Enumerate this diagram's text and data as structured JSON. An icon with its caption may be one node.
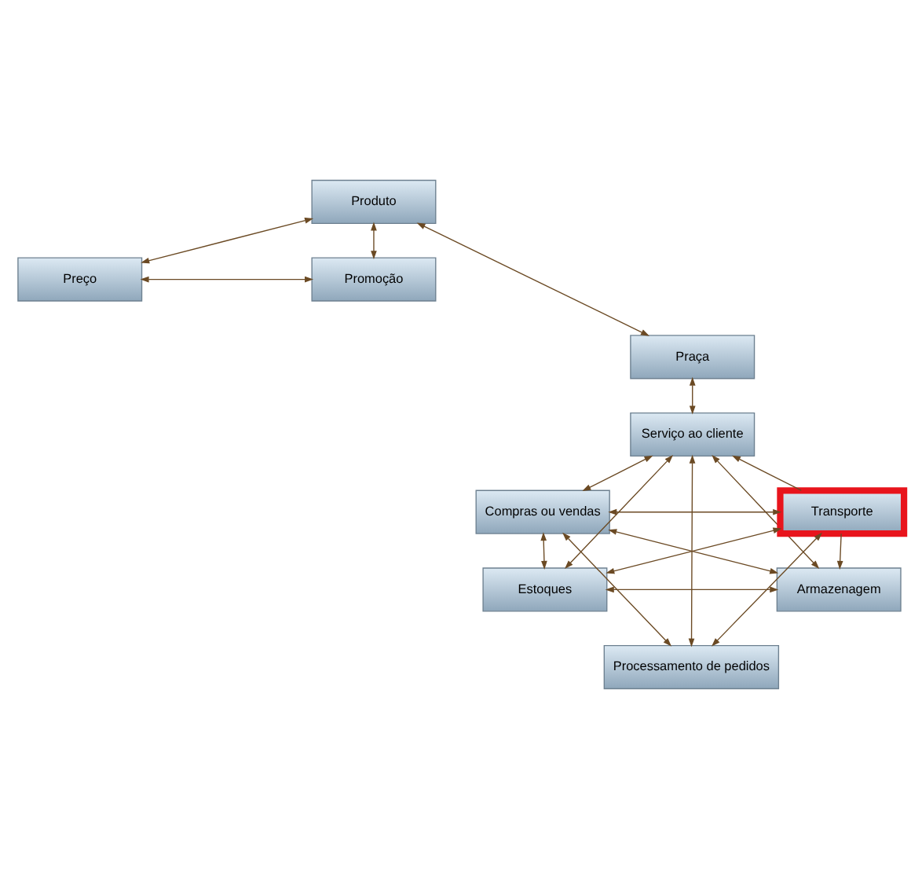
{
  "diagram": {
    "nodes": [
      {
        "text": [
          "Produto"
        ]
      },
      {
        "text": [
          "Preço"
        ]
      },
      {
        "text": [
          "Promoção"
        ]
      },
      {
        "text": [
          "Praça"
        ]
      },
      {
        "text": [
          "Serviço ao cliente"
        ]
      },
      {
        "text": [
          "Compras ou vendas"
        ]
      },
      {
        "text": [
          "Transporte"
        ]
      },
      {
        "text": [
          "Estoques"
        ]
      },
      {
        "text": [
          "Armazenagem"
        ]
      },
      {
        "text": [
          "Processamento de pedidos"
        ]
      }
    ],
    "edges": [
      {
        "from": 0,
        "to": 1,
        "arrow": "both"
      },
      {
        "from": 0,
        "to": 2,
        "arrow": "both"
      },
      {
        "from": 1,
        "to": 2,
        "arrow": "both"
      },
      {
        "from": 0,
        "to": 3,
        "arrow": "both"
      },
      {
        "from": 3,
        "to": 4,
        "arrow": "both"
      },
      {
        "from": 4,
        "to": 5,
        "arrow": "both"
      },
      {
        "from": 6,
        "to": 4,
        "arrow": "to"
      },
      {
        "from": 5,
        "to": 7,
        "arrow": "both"
      },
      {
        "from": 5,
        "to": 6,
        "arrow": "both"
      },
      {
        "from": 5,
        "to": 8,
        "arrow": "both"
      },
      {
        "from": 5,
        "to": 9,
        "arrow": "both"
      },
      {
        "from": 4,
        "to": 7,
        "arrow": "both"
      },
      {
        "from": 4,
        "to": 9,
        "arrow": "both"
      },
      {
        "from": 4,
        "to": 8,
        "arrow": "both"
      },
      {
        "from": 7,
        "to": 6,
        "arrow": "both"
      },
      {
        "from": 6,
        "to": 9,
        "arrow": "both"
      },
      {
        "from": 6,
        "to": 8,
        "arrow": "to"
      },
      {
        "from": 7,
        "to": 8,
        "arrow": "both"
      }
    ]
  }
}
